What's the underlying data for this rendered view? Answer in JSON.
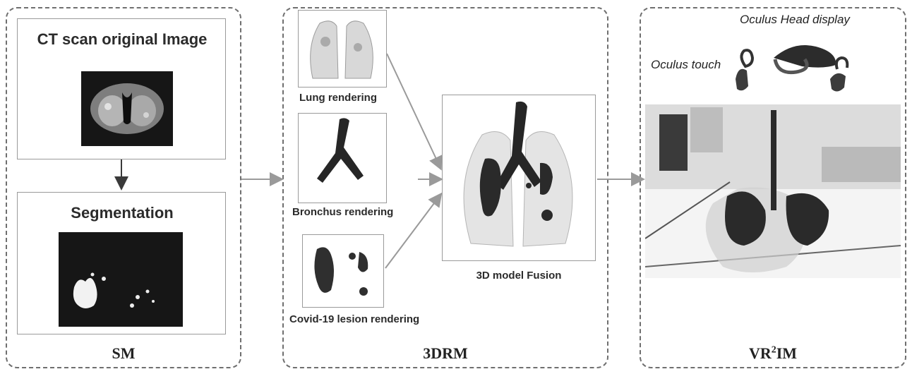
{
  "sm": {
    "ct_title": "CT scan original Image",
    "seg_title": "Segmentation",
    "label": "SM"
  },
  "drm": {
    "lung": "Lung rendering",
    "bronchus": "Bronchus rendering",
    "lesion": "Covid-19 lesion rendering",
    "fusion": "3D model Fusion",
    "label": "3DRM"
  },
  "vr": {
    "head_display": "Oculus Head display",
    "touch": "Oculus touch",
    "label_main": "VR",
    "label_sup": "2",
    "label_tail": "IM"
  },
  "colors": {
    "panel_border": "#6f6f6f",
    "arrow_gray": "#9a9a9a",
    "arrow_dark": "#3a3a3a",
    "lesion": "#2f2f2f"
  }
}
